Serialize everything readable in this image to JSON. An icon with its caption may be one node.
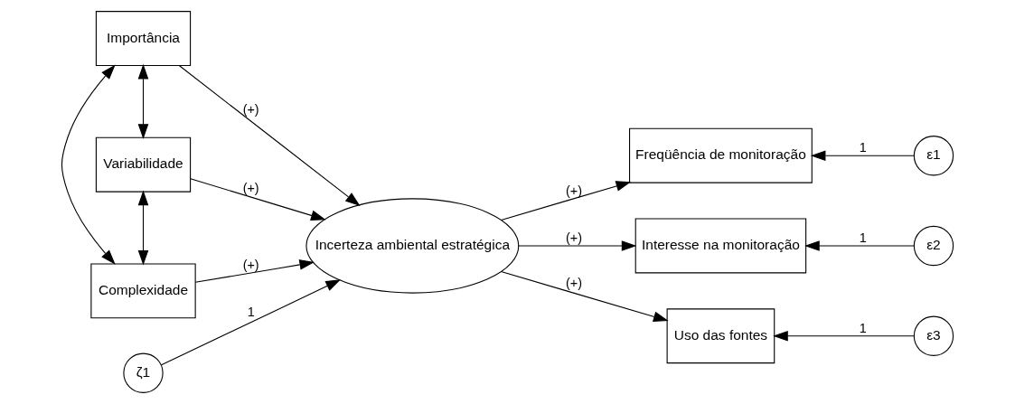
{
  "diagram": {
    "nodes": [
      {
        "text": [
          "Importância"
        ]
      },
      {
        "text": [
          "Variabilidade"
        ]
      },
      {
        "text": [
          "Complexidade"
        ]
      },
      {
        "text": [
          "ζ1"
        ]
      },
      {
        "text": [
          "Incerteza ambiental estratégica"
        ]
      },
      {
        "text": [
          "Freqüência de monitoração"
        ]
      },
      {
        "text": [
          "Interesse na monitoração"
        ]
      },
      {
        "text": [
          "Uso das fontes"
        ]
      },
      {
        "text": [
          "ε1"
        ]
      },
      {
        "text": [
          "ε2"
        ]
      },
      {
        "text": [
          "ε3"
        ]
      }
    ],
    "edges": [
      {
        "from": 0,
        "to": 4,
        "arrow": "to",
        "label": "(+)"
      },
      {
        "from": 1,
        "to": 4,
        "arrow": "to",
        "label": "(+)"
      },
      {
        "from": 2,
        "to": 4,
        "arrow": "to",
        "label": "(+)"
      },
      {
        "from": 3,
        "to": 4,
        "arrow": "to",
        "label": "1"
      },
      {
        "from": 4,
        "to": 5,
        "arrow": "to",
        "label": "(+)"
      },
      {
        "from": 4,
        "to": 6,
        "arrow": "to",
        "label": "(+)"
      },
      {
        "from": 4,
        "to": 7,
        "arrow": "to",
        "label": "(+)"
      },
      {
        "from": 8,
        "to": 5,
        "arrow": "to",
        "label": "1"
      },
      {
        "from": 9,
        "to": 6,
        "arrow": "to",
        "label": "1"
      },
      {
        "from": 10,
        "to": 7,
        "arrow": "to",
        "label": "1"
      },
      {
        "from": 0,
        "to": 1,
        "arrow": "both"
      },
      {
        "from": 1,
        "to": 2,
        "arrow": "both"
      },
      {
        "from": 0,
        "to": 2,
        "arrow": "both"
      }
    ]
  }
}
